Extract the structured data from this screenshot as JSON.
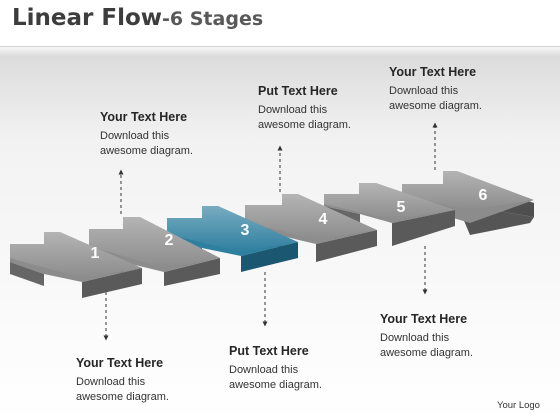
{
  "header": {
    "title_main": "Linear Flow",
    "title_sub": "-6 Stages"
  },
  "stages": [
    {
      "label": "1",
      "highlighted": false
    },
    {
      "label": "2",
      "highlighted": false
    },
    {
      "label": "3",
      "highlighted": true
    },
    {
      "label": "4",
      "highlighted": false
    },
    {
      "label": "5",
      "highlighted": false
    },
    {
      "label": "6",
      "highlighted": false
    }
  ],
  "callouts": [
    {
      "heading": "Your Text Here",
      "line1": "Download this",
      "line2": "awesome diagram."
    },
    {
      "heading": "Your Text Here",
      "line1": "Download this",
      "line2": "awesome diagram."
    },
    {
      "heading": "Put Text Here",
      "line1": "Download this",
      "line2": "awesome diagram."
    },
    {
      "heading": "Put Text Here",
      "line1": "Download this",
      "line2": "awesome diagram."
    },
    {
      "heading": "Your Text Here",
      "line1": "Download this",
      "line2": "awesome diagram."
    },
    {
      "heading": "Your Text Here",
      "line1": "Download this",
      "line2": "awesome diagram."
    }
  ],
  "footer": {
    "logo": "Your Logo"
  },
  "colors": {
    "arrow_gray_top": "#8c8c8c",
    "arrow_gray_side": "#5f5f5f",
    "arrow_teal_top": "#2f7f9f",
    "arrow_teal_side": "#1b5770",
    "connector": "#333333"
  }
}
